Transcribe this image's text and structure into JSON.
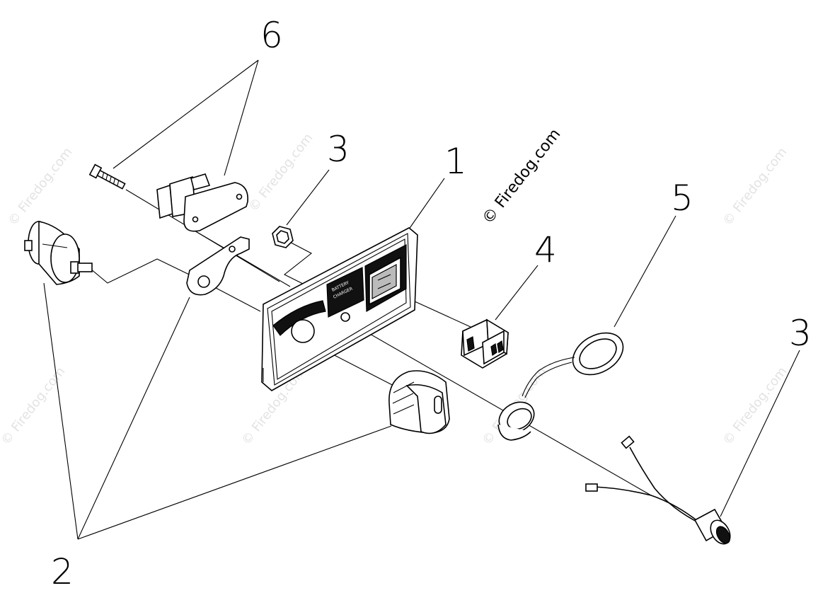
{
  "watermark": "© Firedog.com",
  "callouts": {
    "c1": "1",
    "c2": "2",
    "c3a": "3",
    "c3b": "3",
    "c4": "4",
    "c5": "5",
    "c6": "6"
  }
}
